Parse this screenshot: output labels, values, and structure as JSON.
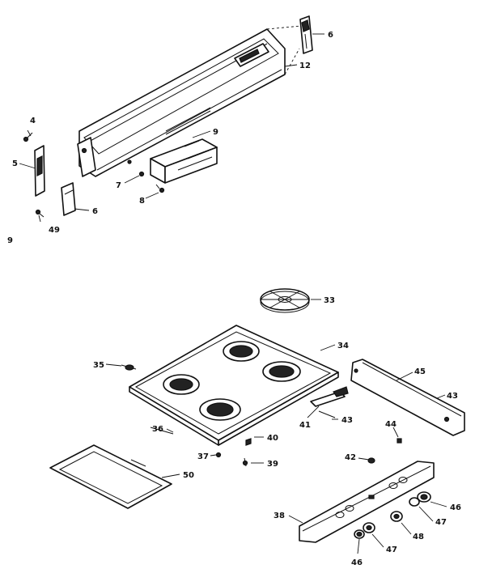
{
  "callouts": {
    "c6_top": "6",
    "c12": "12",
    "c4": "4",
    "c5": "5",
    "c9": "9",
    "c7": "7",
    "c8": "8",
    "c6_left": "6",
    "c49": "49",
    "c_stray": "9",
    "c33": "33",
    "c34": "34",
    "c35": "35",
    "c45": "45",
    "c43_right": "43",
    "c41": "41",
    "c43_mid": "43",
    "c36": "36",
    "c40": "40",
    "c44": "44",
    "c37": "37",
    "c42": "42",
    "c39": "39",
    "c50": "50",
    "c46_right": "46",
    "c47_right": "47",
    "c38": "38",
    "c48": "48",
    "c47_bottom": "47",
    "c46_bottom": "46"
  }
}
